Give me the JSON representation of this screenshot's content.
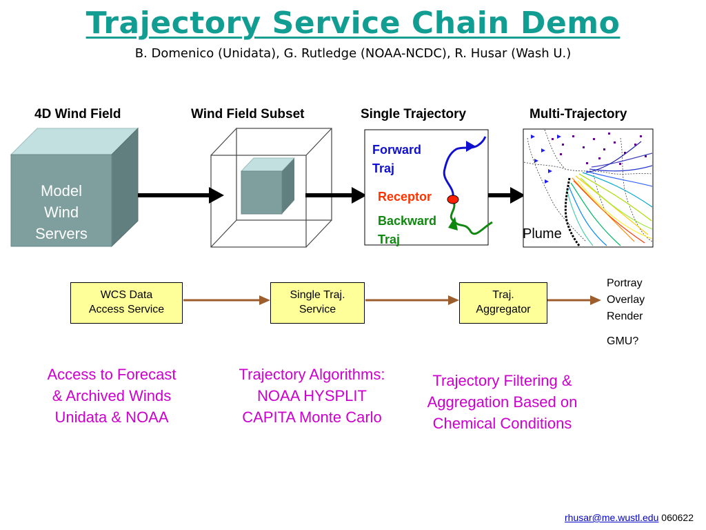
{
  "title": "Trajectory Service Chain Demo",
  "subtitle": "B. Domenico (Unidata),  G. Rutledge (NOAA-NCDC), R. Husar (Wash U.)",
  "stages": [
    {
      "label": "4D Wind Field"
    },
    {
      "label": "Wind Field Subset"
    },
    {
      "label": "Single Trajectory"
    },
    {
      "label": "Multi-Trajectory"
    }
  ],
  "cube_label": [
    "Model",
    "Wind",
    "Servers"
  ],
  "trajectory_labels": {
    "forward": [
      "Forward",
      "Traj"
    ],
    "receptor": "Receptor",
    "backward": [
      "Backward",
      "Traj"
    ]
  },
  "plume_label": "Plume",
  "services": [
    {
      "lines": [
        "WCS Data",
        "Access Service"
      ]
    },
    {
      "lines": [
        "Single Traj.",
        "Service"
      ]
    },
    {
      "lines": [
        "Traj.",
        "Aggregator"
      ]
    }
  ],
  "outputs": [
    "Portray",
    "Overlay",
    "Render"
  ],
  "gmu": "GMU?",
  "descriptions": [
    [
      "Access to Forecast",
      "& Archived Winds",
      "Unidata & NOAA"
    ],
    [
      "Trajectory Algorithms:",
      "NOAA HYSPLIT",
      "CAPITA Monte Carlo"
    ],
    [
      "Trajectory Filtering &",
      "Aggregation Based on",
      "Chemical Conditions"
    ]
  ],
  "footer": {
    "email": "rhusar@me.wustl.edu",
    "code": "060622"
  },
  "colors": {
    "title": "#129d93",
    "cube_front": "#7f9e9e",
    "cube_top": "#c3e0e0",
    "service_box": "#ffff99",
    "chain_arrow": "#9c5e2c",
    "description": "#cc00cc",
    "forward_traj": "#1010d0",
    "backward_traj": "#108810",
    "receptor": "#ff2200"
  }
}
